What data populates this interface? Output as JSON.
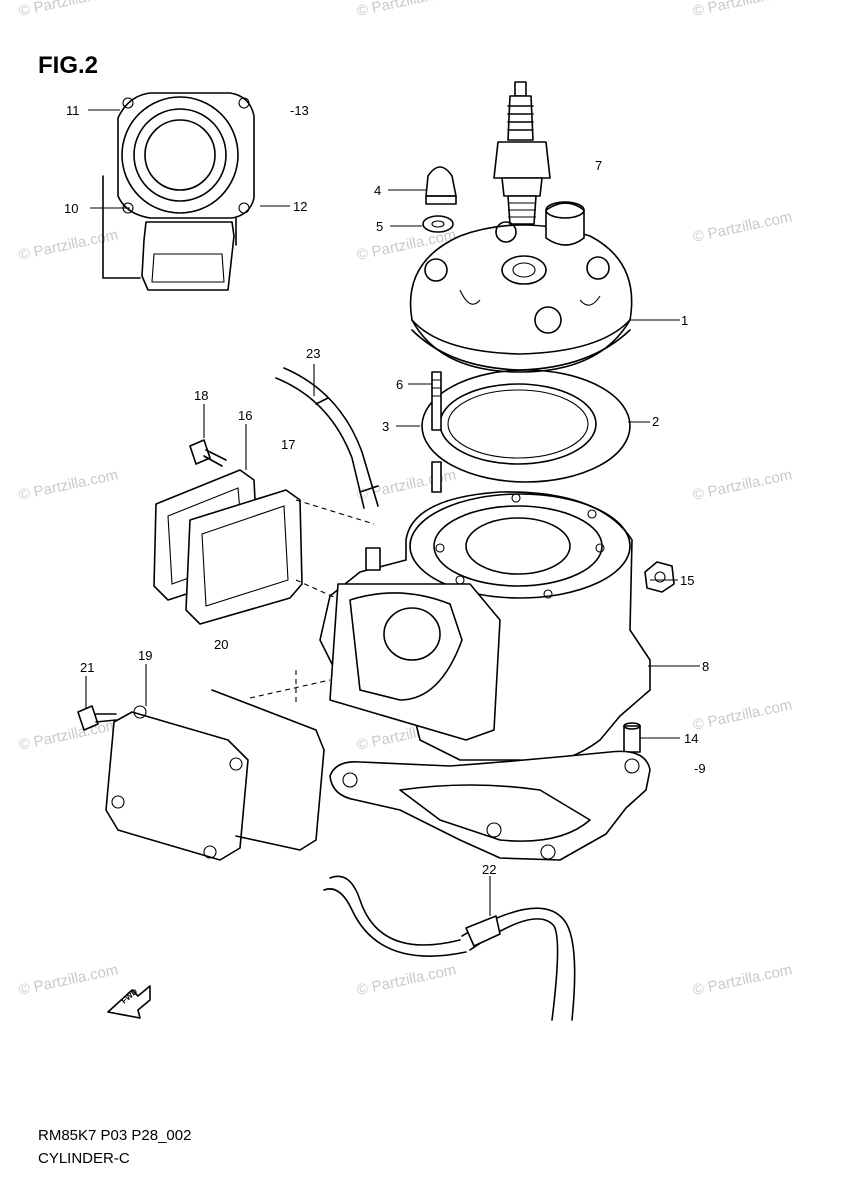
{
  "figure": {
    "title": "FIG.2",
    "footer_model": "RM85K7 P03 P28_002",
    "footer_name": "CYLINDER-C"
  },
  "watermark": "© Partzilla.com",
  "callouts": [
    "1",
    "2",
    "3",
    "4",
    "5",
    "6",
    "7",
    "8",
    "9",
    "10",
    "11",
    "12",
    "13",
    "14",
    "15",
    "16",
    "17",
    "18",
    "19",
    "20",
    "21",
    "22",
    "23"
  ],
  "fwd_badge": "FWD",
  "icons": [
    "fwd-arrow-icon"
  ]
}
